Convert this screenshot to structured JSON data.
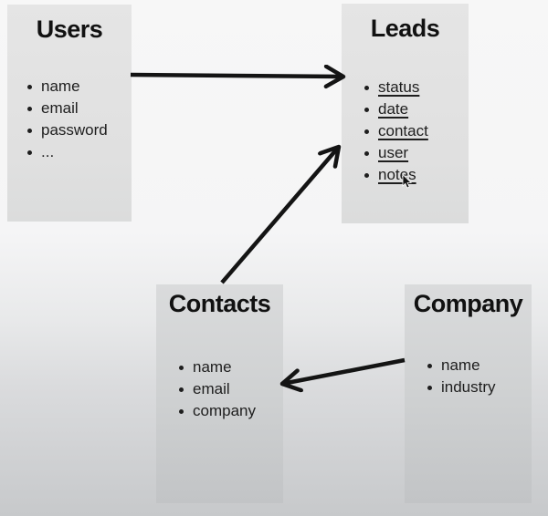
{
  "diagram": {
    "entities": {
      "users": {
        "title": "Users",
        "fields": [
          "name",
          "email",
          "password",
          "..."
        ]
      },
      "leads": {
        "title": "Leads",
        "fields": [
          "status",
          "date",
          "contact",
          "user",
          "notes"
        ]
      },
      "contacts": {
        "title": "Contacts",
        "fields": [
          "name",
          "email",
          "company"
        ]
      },
      "company": {
        "title": "Company",
        "fields": [
          "name",
          "industry"
        ]
      }
    },
    "relations": [
      {
        "from": "Users",
        "to": "Leads"
      },
      {
        "from": "Contacts",
        "to": "Leads"
      },
      {
        "from": "Company",
        "to": "Contacts"
      }
    ],
    "colors": {
      "arrow": "#141414",
      "text": "#1e1e1e",
      "box_fill_top": "#e3e3e3",
      "box_fill_bottom": "#c3c5c7",
      "background_top": "#f7f7f7",
      "background_bottom": "#c7c9cb"
    }
  }
}
